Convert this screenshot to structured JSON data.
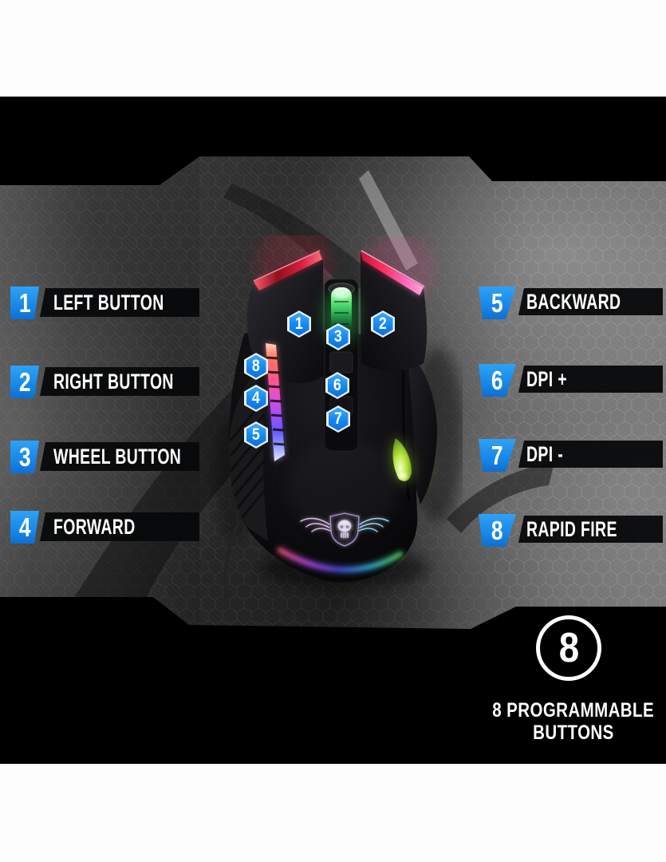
{
  "left_labels": [
    {
      "number": "1",
      "label": "LEFT BUTTON"
    },
    {
      "number": "2",
      "label": "RIGHT BUTTON"
    },
    {
      "number": "3",
      "label": "WHEEL BUTTON"
    },
    {
      "number": "4",
      "label": "FORWARD"
    }
  ],
  "right_labels": [
    {
      "number": "5",
      "label": "BACKWARD"
    },
    {
      "number": "6",
      "label": "DPI +"
    },
    {
      "number": "7",
      "label": "DPI -"
    },
    {
      "number": "8",
      "label": "RAPID FIRE"
    }
  ],
  "callouts": [
    "1",
    "2",
    "3",
    "4",
    "5",
    "6",
    "7",
    "8"
  ],
  "footer": {
    "circle_number": "8",
    "title_line1": "8 PROGRAMMABLE",
    "title_line2": "BUTTONS"
  },
  "icons": {
    "mouse_logo": "skull-wings-icon"
  },
  "colors": {
    "accent_blue": "#1e8fe8",
    "callout_blue": "#2196ff",
    "label_bar_black": "#07080a",
    "texture_gray": "#3f3f3f",
    "band_white": "#ffffff"
  }
}
